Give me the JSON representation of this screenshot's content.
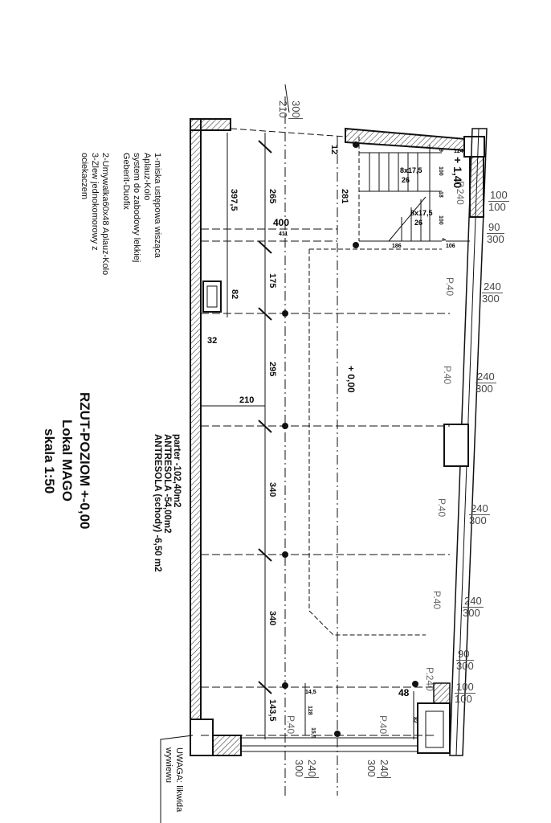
{
  "notes": {
    "line1": "1-miska ustępowa wisząca",
    "line2": "Aplauz-Kolo",
    "line3": "system do zabodowy lekkiej",
    "line4": "Geberit-Duofix",
    "line5": "2-Umywalka60x48  Aplauz-Kolo",
    "line6": "3-Zlew jednokomorowy z",
    "line7": "ociekaczem"
  },
  "areas": {
    "parter": "parter -102,40m2",
    "antresola": "ANTRESOLA -54,00m2",
    "antresola_schody": "ANTRESOLA (schody) -6,50 m2"
  },
  "title": {
    "line1": "RZUT-POZIOM +-0,00",
    "line2": "Lokal MAGO",
    "line3": "skala 1:50"
  },
  "warning": {
    "line1": "UWAGA: likwida",
    "line2": "wywiewu"
  },
  "levels": {
    "floor": "+ 0,00",
    "stairs": "+ 1,40"
  },
  "dimensions": {
    "d397": "397,5",
    "d265": "265",
    "d400": "400",
    "d411": "411",
    "d175": "175",
    "d82": "82",
    "d32": "32",
    "d295": "295",
    "d210": "210",
    "d340a": "340",
    "d340b": "340",
    "d1435": "143,5",
    "d281": "281",
    "d12": "12",
    "d48": "48",
    "d145": "14,5",
    "d128": "128",
    "d155": "15,5",
    "d82b": "82",
    "stair1": "8x17,5",
    "stair1b": "26",
    "stair2": "8x17,5",
    "stair2b": "26",
    "s100a": "100",
    "s18": "18",
    "s100b": "100",
    "s124": "124",
    "s186": "186",
    "s106": "106",
    "s9": "9",
    "s4": "4"
  },
  "windows": [
    {
      "top": "300",
      "bottom": "210"
    },
    {
      "top": "100",
      "bottom": "100"
    },
    {
      "top": "90",
      "bottom": "300"
    },
    {
      "top": "240",
      "bottom": "300"
    },
    {
      "top": "240",
      "bottom": "300"
    },
    {
      "top": "240",
      "bottom": "300"
    },
    {
      "top": "240",
      "bottom": "300"
    },
    {
      "top": "90",
      "bottom": "300"
    },
    {
      "top": "100",
      "bottom": "100"
    },
    {
      "top": "240",
      "bottom": "300"
    },
    {
      "top": "240",
      "bottom": "300"
    }
  ],
  "wall_labels": {
    "p40": "P.40",
    "p240": "P.240"
  }
}
